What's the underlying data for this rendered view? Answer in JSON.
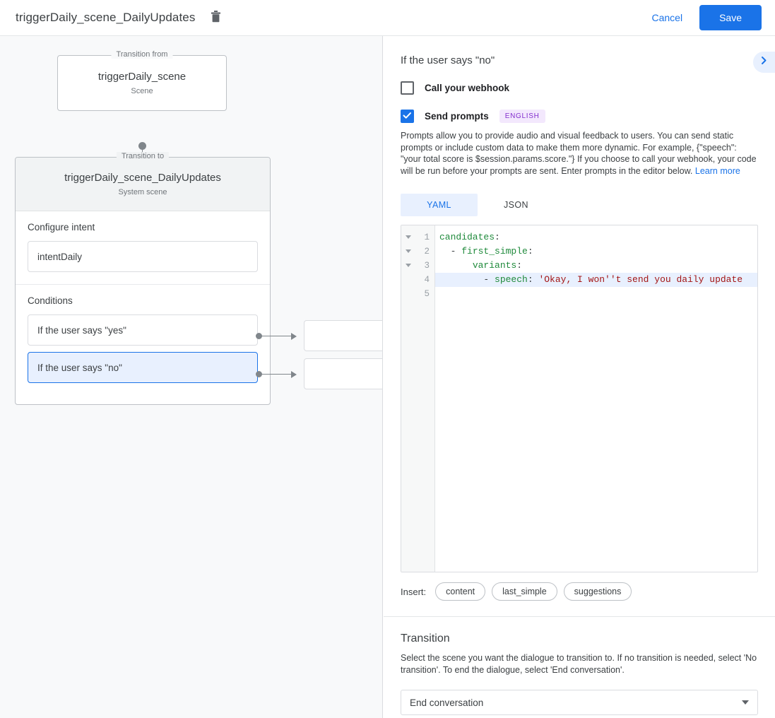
{
  "topbar": {
    "title": "triggerDaily_scene_DailyUpdates",
    "delete_icon": "trash-icon",
    "cancel_label": "Cancel",
    "save_label": "Save",
    "accent_color": "#1a73e8"
  },
  "canvas": {
    "from_legend": "Transition from",
    "from_node": {
      "title": "triggerDaily_scene",
      "subtitle": "Scene"
    },
    "to_legend": "Transition to",
    "to_node": {
      "title": "triggerDaily_scene_DailyUpdates",
      "subtitle": "System scene"
    },
    "intent_section": {
      "title": "Configure intent",
      "value": "intentDaily"
    },
    "conditions_section": {
      "title": "Conditions",
      "items": [
        {
          "label": "If the user says \"yes\"",
          "selected": false
        },
        {
          "label": "If the user says \"no\"",
          "selected": true
        }
      ]
    },
    "selected_color": "#e8f0fe"
  },
  "panel": {
    "title": "If the user says \"no\"",
    "collapse_icon": "chevron-right-icon",
    "webhook": {
      "label": "Call your webhook",
      "checked": false
    },
    "prompts": {
      "label": "Send prompts",
      "checked": true,
      "badge": "ENGLISH"
    },
    "description": "Prompts allow you to provide audio and visual feedback to users. You can send static prompts or include custom data to make them more dynamic. For example, {\"speech\": \"your total score is $session.params.score.\"} If you choose to call your webhook, your code will be run before your prompts are sent. Enter prompts in the editor below.",
    "learn_more": "Learn more",
    "editor_tabs": [
      {
        "label": "YAML",
        "active": true
      },
      {
        "label": "JSON",
        "active": false
      }
    ],
    "editor": {
      "line_numbers": [
        "1",
        "2",
        "3",
        "4",
        "5"
      ],
      "fold_lines": [
        1,
        2,
        3
      ],
      "highlighted_line": 4,
      "lines": [
        {
          "indent": "",
          "key": "candidates",
          "punct": ":",
          "value": ""
        },
        {
          "indent": "  - ",
          "key": "first_simple",
          "punct": ":",
          "value": ""
        },
        {
          "indent": "      ",
          "key": "variants",
          "punct": ":",
          "value": ""
        },
        {
          "indent": "        - ",
          "key": "speech",
          "punct": ": ",
          "value": "'Okay, I won''t send you daily update"
        },
        {
          "indent": "",
          "key": "",
          "punct": "",
          "value": ""
        }
      ]
    },
    "insert": {
      "label": "Insert:",
      "chips": [
        "content",
        "last_simple",
        "suggestions"
      ]
    },
    "transition": {
      "title": "Transition",
      "description": "Select the scene you want the dialogue to transition to. If no transition is needed, select 'No transition'. To end the dialogue, select 'End conversation'.",
      "selected": "End conversation",
      "arrow_icon": "chevron-down-icon"
    }
  }
}
